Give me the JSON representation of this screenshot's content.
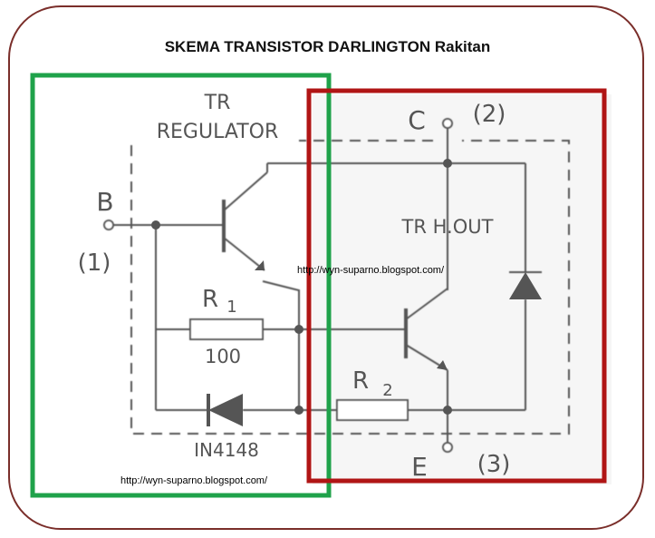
{
  "title": "SKEMA TRANSISTOR DARLINGTON Rakitan",
  "labels": {
    "tr_regulator_line1": "TR",
    "tr_regulator_line2": "REGULATOR",
    "tr_hout": "TR H.OUT",
    "pin_b": "B",
    "pin_b_num": "(1)",
    "pin_c": "C",
    "pin_c_num": "(2)",
    "pin_e": "E",
    "pin_e_num": "(3)",
    "r1_name": "R",
    "r1_sub": "1",
    "r1_value": "100",
    "r2_name": "R",
    "r2_sub": "2",
    "diode": "IN4148"
  },
  "watermarks": {
    "center": "http://wyn-suparno.blogspot.com/",
    "bottom": "http://wyn-suparno.blogspot.com/"
  },
  "colors": {
    "frame_border": "#7a2e2a",
    "green_box": "#1fa24a",
    "red_box": "#b01515",
    "circuit_line": "#555555"
  }
}
